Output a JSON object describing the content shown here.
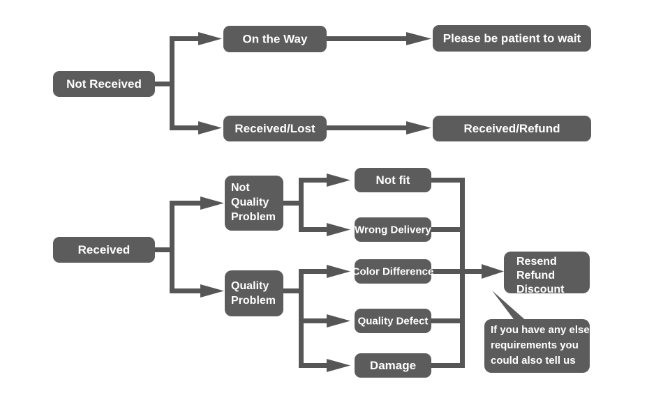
{
  "diagram": {
    "title": "Order Issue Resolution Flowchart",
    "type": "flowchart",
    "background_color": "#ffffff",
    "node_color": "#5c5c5c",
    "connector_color": "#565656",
    "node_text_color": "#ffffff",
    "branches": [
      {
        "id": "not-received",
        "root_label": "Not Received",
        "steps": [
          {
            "label": "On the Way",
            "outcome": "Please be patient to wait"
          },
          {
            "label": "Received/Lost",
            "outcome": "Received/Refund"
          }
        ]
      },
      {
        "id": "received",
        "root_label": "Received",
        "categories": [
          {
            "label": "Not Quality Problem",
            "label_lines": [
              "Not",
              "Quality",
              "Problem"
            ],
            "reasons": [
              "Not fit",
              "Wrong Delivery"
            ]
          },
          {
            "label": "Quality Problem",
            "label_lines": [
              "Quality",
              "Problem"
            ],
            "reasons": [
              "Color Difference",
              "Quality Defect",
              "Damage"
            ]
          }
        ],
        "outcome": {
          "label": "Resend Refund Discount",
          "label_lines": [
            "Resend",
            "Refund",
            "Discount"
          ]
        },
        "callout": {
          "label": "If you have any else requirements you could also tell us",
          "label_lines": [
            "If you have any else",
            "requirements you",
            "could also tell us"
          ]
        }
      }
    ],
    "nodes": {
      "not_received": "Not Received",
      "on_the_way": "On the Way",
      "please_be_patient": "Please be patient to wait",
      "received_lost": "Received/Lost",
      "received_refund": "Received/Refund",
      "received": "Received",
      "not_quality_problem_l1": "Not",
      "not_quality_problem_l2": "Quality",
      "not_quality_problem_l3": "Problem",
      "quality_problem_l1": "Quality",
      "quality_problem_l2": "Problem",
      "not_fit": "Not fit",
      "wrong_delivery": "Wrong Delivery",
      "color_difference": "Color Difference",
      "quality_defect": "Quality Defect",
      "damage": "Damage",
      "resend_l1": "Resend",
      "resend_l2": "Refund",
      "resend_l3": "Discount",
      "callout_l1": "If you have any else",
      "callout_l2": "requirements you",
      "callout_l3": "could also tell us"
    }
  }
}
